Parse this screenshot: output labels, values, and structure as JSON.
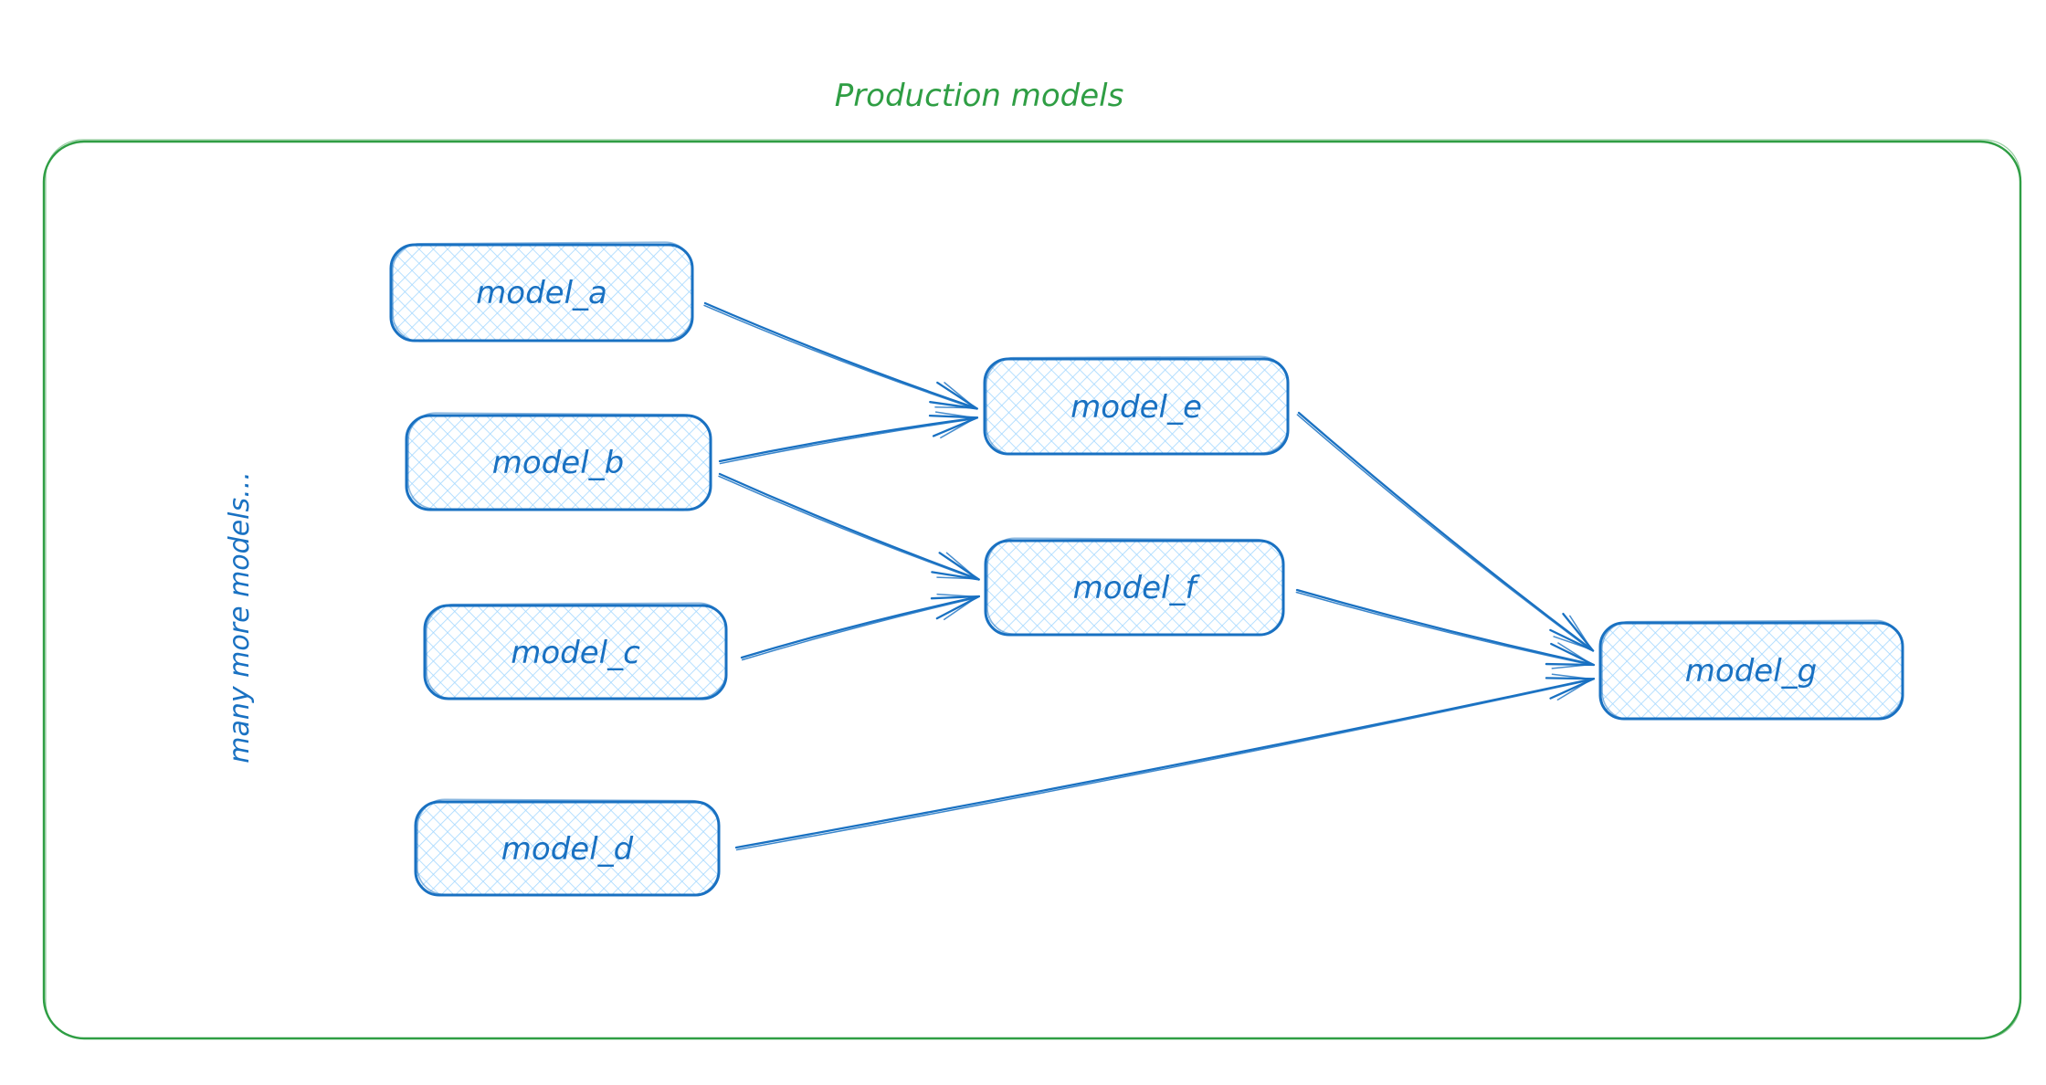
{
  "diagram": {
    "title": "Production models",
    "side_label": "many more models...",
    "colors": {
      "green": "#2f9e44",
      "blue": "#1971c2",
      "hatch_fill": "#a5d8ff"
    },
    "nodes": [
      {
        "id": "model_a",
        "label": "model_a"
      },
      {
        "id": "model_b",
        "label": "model_b"
      },
      {
        "id": "model_c",
        "label": "model_c"
      },
      {
        "id": "model_d",
        "label": "model_d"
      },
      {
        "id": "model_e",
        "label": "model_e"
      },
      {
        "id": "model_f",
        "label": "model_f"
      },
      {
        "id": "model_g",
        "label": "model_g"
      }
    ],
    "edges": [
      {
        "from": "model_a",
        "to": "model_e"
      },
      {
        "from": "model_b",
        "to": "model_e"
      },
      {
        "from": "model_b",
        "to": "model_f"
      },
      {
        "from": "model_c",
        "to": "model_f"
      },
      {
        "from": "model_e",
        "to": "model_g"
      },
      {
        "from": "model_f",
        "to": "model_g"
      },
      {
        "from": "model_d",
        "to": "model_g"
      }
    ]
  }
}
